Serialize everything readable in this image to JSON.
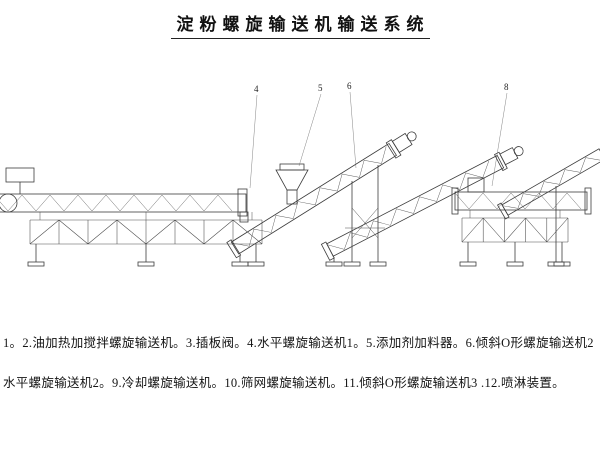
{
  "colors": {
    "background": "#ffffff",
    "line": "#3c3c3c",
    "text": "#141414"
  },
  "header": {
    "title": "淀粉螺旋输送机输送系统"
  },
  "diagram": {
    "callouts": [
      {
        "label": "4"
      },
      {
        "label": "5"
      },
      {
        "label": "6"
      },
      {
        "label": "8"
      }
    ]
  },
  "caption": {
    "line1": "1。2.油加热加搅拌螺旋输送机。3.插板阀。4.水平螺旋输送机1。5.添加剂加料器。6.倾斜O形螺旋输送机2",
    "line2": "水平螺旋输送机2。9.冷却螺旋输送机。10.筛网螺旋输送机。11.倾斜O形螺旋输送机3 .12.喷淋装置。"
  }
}
